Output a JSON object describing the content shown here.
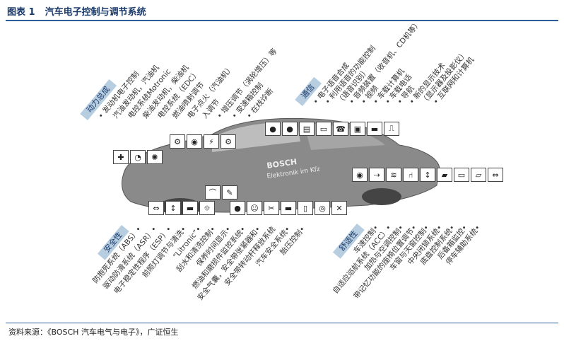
{
  "header": {
    "figure_no": "图表 1",
    "title": "汽车电子控制与调节系统"
  },
  "source": "资料来源：《BOSCH 汽车电气与电子》，广证恒生",
  "car_text": {
    "brand": "BOSCH",
    "model": "Elektronik im Kfz"
  },
  "groups": {
    "powertrain": {
      "label": "动力总成",
      "lines": [
        "• 发动机电子控制",
        "汽油发动机，汽油机",
        "电控系统Motronic",
        "柴油发动机，柴油机",
        "电控系统（EDC）",
        "燃油喷射调节",
        "电子点火（汽油机）",
        "入调节",
        "• 增压调节（涡轮增压）等",
        "• 变速箱控制",
        "• 在线诊断"
      ]
    },
    "communication": {
      "label": "通信",
      "lines": [
        "• 电子语音合成",
        "• 利用语音的功能控制",
        "（语音识别）",
        "• 音频装置（收音机、CD机等）",
        "• 视频",
        "• 车载计算机",
        "• 车载电话",
        "• 导航",
        "• 新的显示技术",
        "（显示器及投影仪）",
        "• 互联网和计算机"
      ]
    },
    "safety": {
      "label": "安全性",
      "lines": [
        "防抱死系统（ABS）•",
        "驱动防滑系统（ASR）•",
        "电子稳定性程序（ESP）•",
        "前照灯调节与清洗•",
        "“Litronic”•",
        "刮水和清洗控制•",
        "保养时间显示•",
        "燃油和磨损件监控系统•",
        "安全气囊，安全带张紧器和•",
        "安全带转动杆释放系统",
        "汽车安全系统•",
        "胎压控制•"
      ]
    },
    "comfort": {
      "label": "舒适性",
      "lines": [
        "车速控制•",
        "自适应巡航系统（ACC）•",
        "加热与空调控制•",
        "带记忆功能的座椅位置调节•",
        "车窗与天窗控制•",
        "中央闭锁系统•",
        "底盘控制系统•",
        "后备箱监控•",
        "停车辅助系统•"
      ]
    }
  },
  "colors": {
    "banner": "#b7cde0",
    "car": "#8a8a8a",
    "accent": "#2c5d9a"
  }
}
